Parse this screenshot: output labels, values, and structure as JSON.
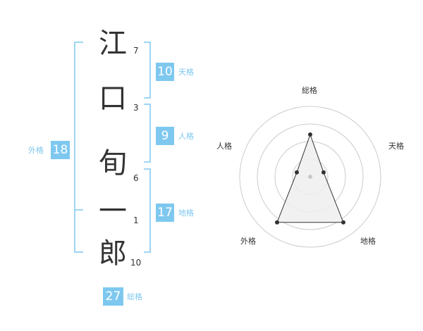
{
  "colors": {
    "accent": "#7ec8f0",
    "text": "#333333",
    "ring": "#cccccc",
    "fill": "#eeeeee",
    "point": "#333333",
    "center": "#c8c8c8"
  },
  "name": {
    "characters": [
      {
        "char": "江",
        "strokes": "7"
      },
      {
        "char": "口",
        "strokes": "3"
      },
      {
        "char": "旬",
        "strokes": "6"
      },
      {
        "char": "一",
        "strokes": "1"
      },
      {
        "char": "郎",
        "strokes": "10"
      }
    ]
  },
  "fortunes": {
    "tenkaku": {
      "value": "10",
      "label": "天格"
    },
    "jinkaku": {
      "value": "9",
      "label": "人格"
    },
    "chikaku": {
      "value": "17",
      "label": "地格"
    },
    "gaikaku": {
      "value": "18",
      "label": "外格"
    },
    "soukaku": {
      "value": "27",
      "label": "総格"
    }
  },
  "chart_data": {
    "type": "radar",
    "axes": [
      "総格",
      "天格",
      "地格",
      "外格",
      "人格"
    ],
    "values": [
      3,
      1,
      4,
      4,
      1
    ],
    "max": 5,
    "rings": 4
  }
}
